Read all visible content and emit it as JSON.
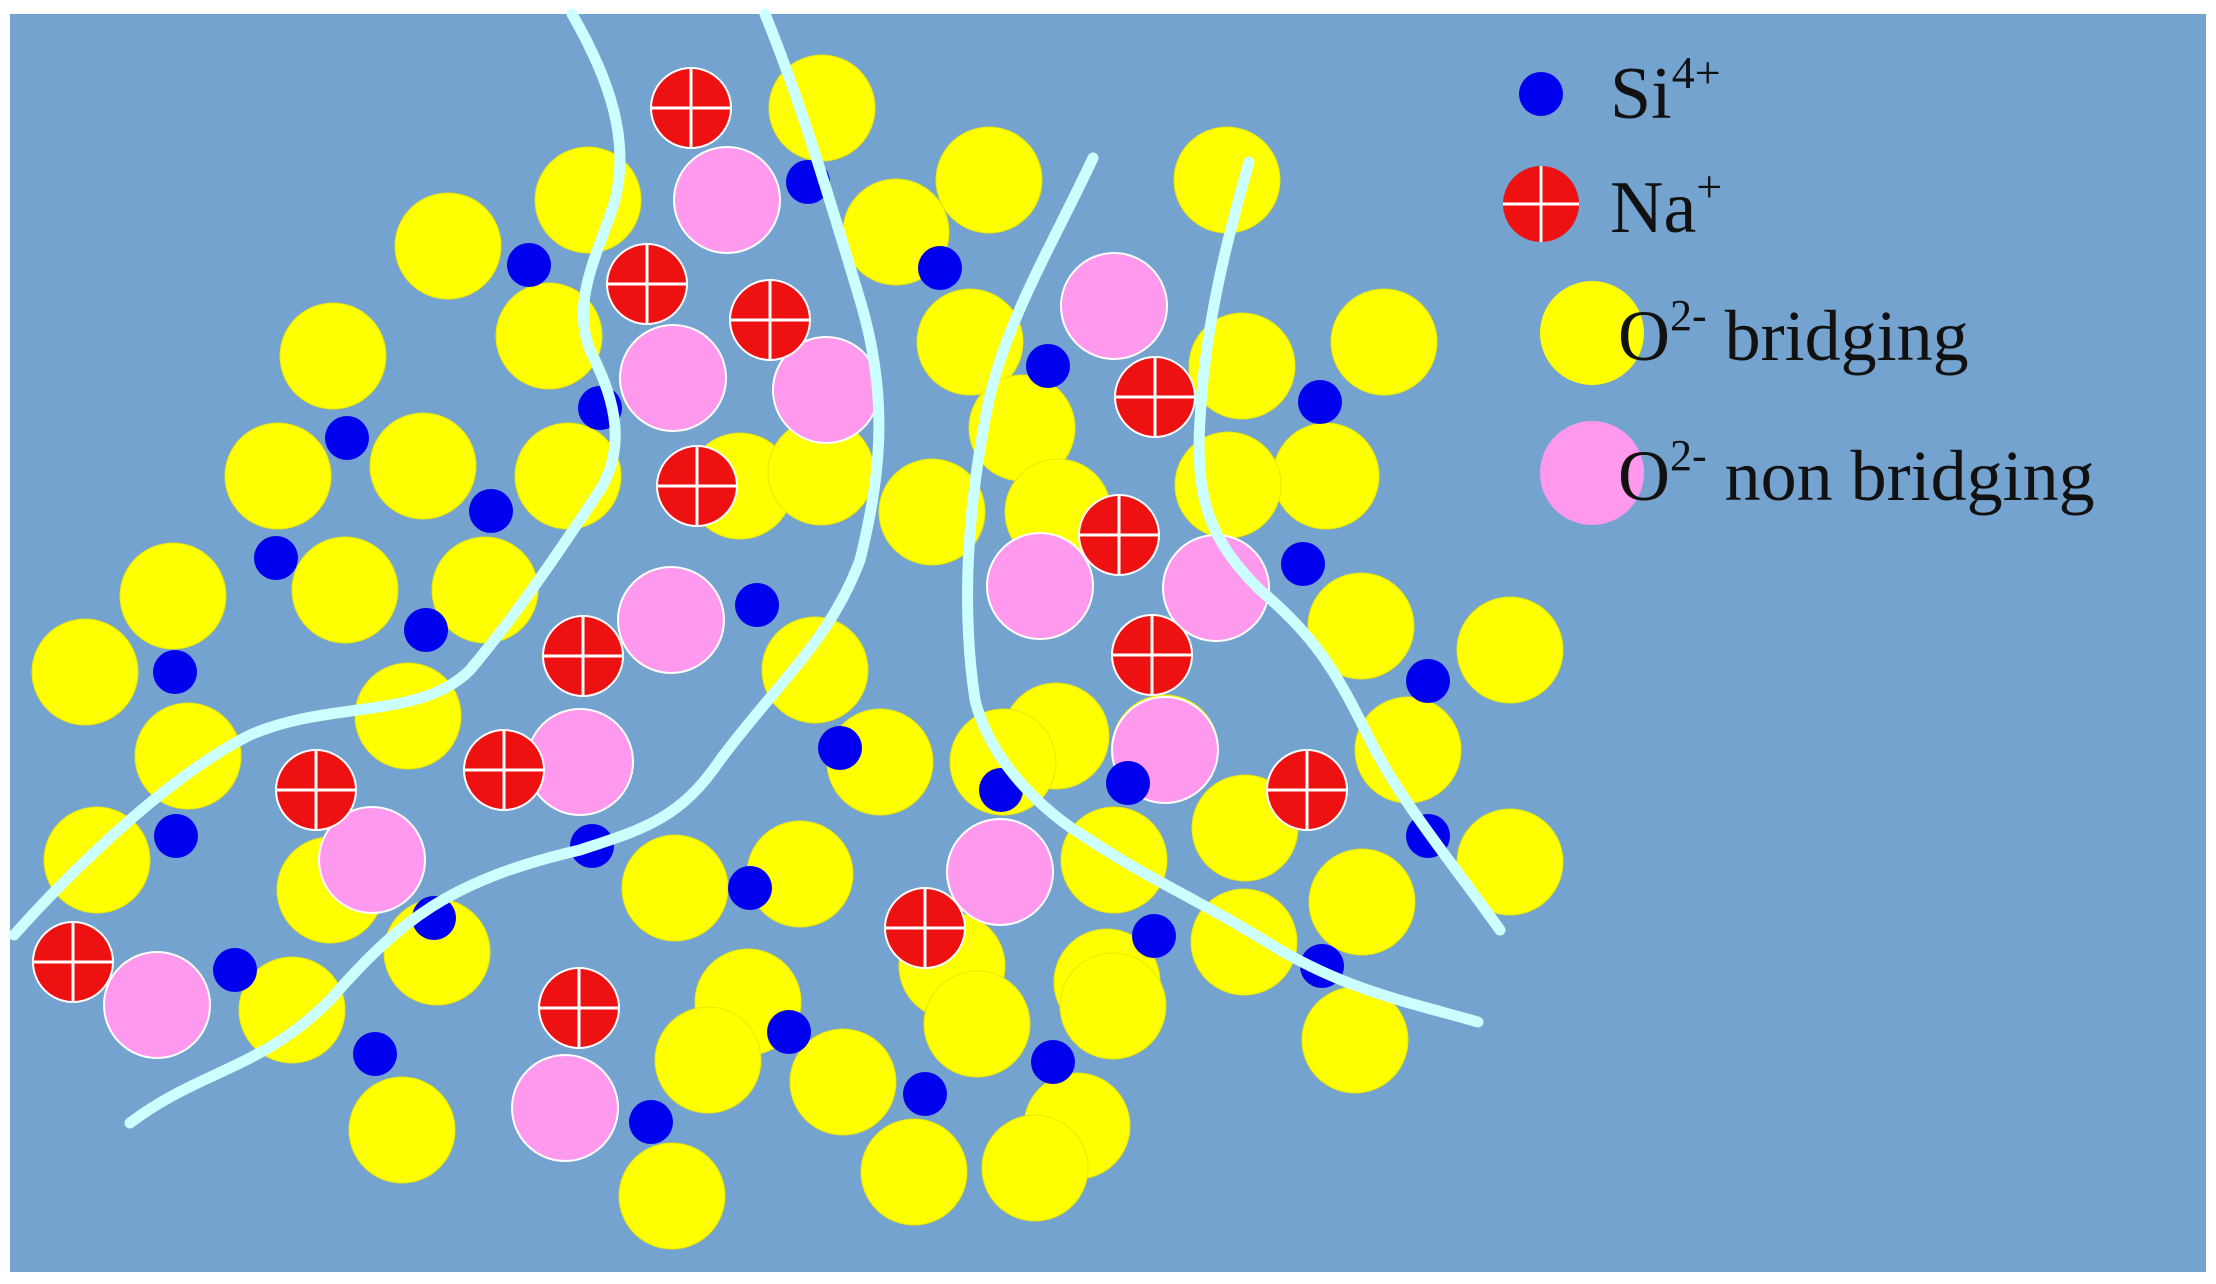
{
  "legend": {
    "si": {
      "base": "Si",
      "sup": "4+"
    },
    "na": {
      "base": "Na",
      "sup": "+"
    },
    "o_bridging": {
      "base": "O",
      "sup": "2-",
      "rest": " bridging"
    },
    "o_nonbridging": {
      "base": "O",
      "sup": "2-",
      "rest": " non bridging"
    }
  },
  "colors": {
    "background": "#74A3CF",
    "silicon": "#0000EE",
    "sodium": "#EE1111",
    "sodium_cross": "#FFFFFF",
    "oxygen_bridging": "#FFFF00",
    "oxygen_nonbridging": "#FF99EE",
    "fracture_path": "#CCFFFF"
  },
  "icons": {
    "silicon": "small-blue-dot-icon",
    "sodium": "red-circle-with-cross-icon",
    "oxygen_bridging": "yellow-circle-icon",
    "oxygen_nonbridging": "pink-circle-icon"
  }
}
